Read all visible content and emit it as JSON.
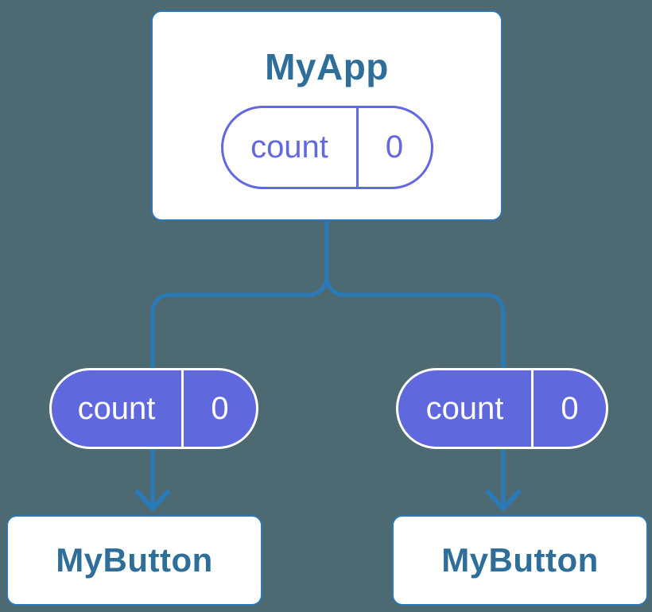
{
  "diagram": {
    "root": {
      "title": "MyApp",
      "state": {
        "label": "count",
        "value": "0"
      }
    },
    "children": [
      {
        "title": "MyButton",
        "state": {
          "label": "count",
          "value": "0"
        }
      },
      {
        "title": "MyButton",
        "state": {
          "label": "count",
          "value": "0"
        }
      }
    ]
  },
  "theme": {
    "bg": "#4d6971",
    "line": "#2b7ab8",
    "card-border": "#2e77b2",
    "card-bg": "#ffffff",
    "title-color": "#2e6e99",
    "indigo": "#5f68dd",
    "pill-outline": "#6168e0",
    "pill-text-light": "#ffffff"
  }
}
